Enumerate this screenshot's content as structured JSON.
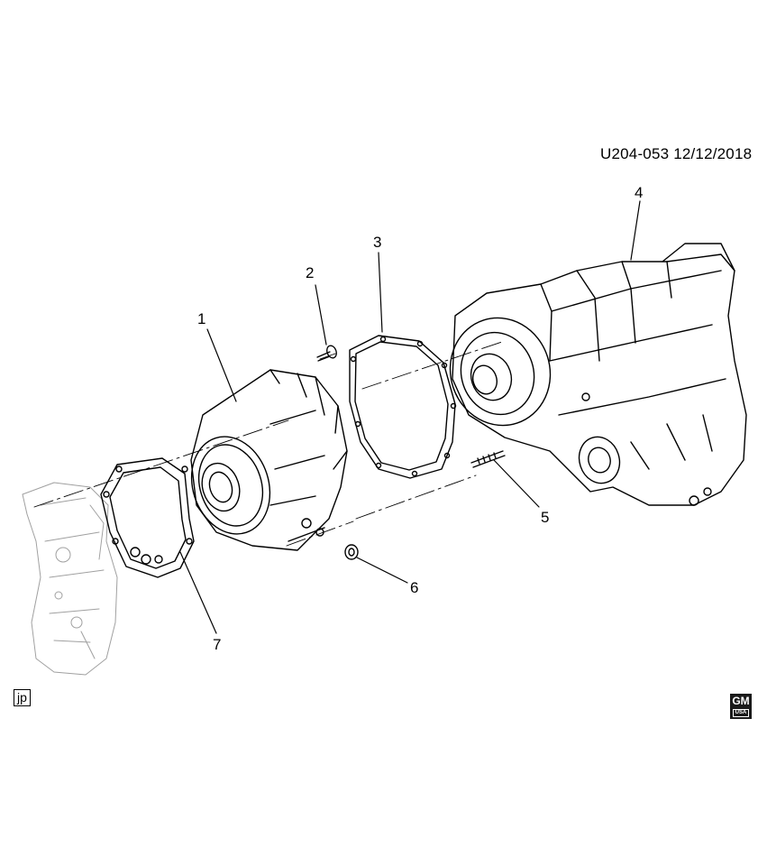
{
  "header": {
    "reference": "U204-053  12/12/2018"
  },
  "callouts": [
    {
      "id": "1",
      "label": "1"
    },
    {
      "id": "2",
      "label": "2"
    },
    {
      "id": "3",
      "label": "3"
    },
    {
      "id": "4",
      "label": "4"
    },
    {
      "id": "5",
      "label": "5"
    },
    {
      "id": "6",
      "label": "6"
    },
    {
      "id": "7",
      "label": "7"
    }
  ],
  "footer": {
    "tag": "jp",
    "logo_text": "GM",
    "logo_sub": "USA"
  },
  "colors": {
    "ink": "#000000",
    "light_ink": "#9a9a9a",
    "background": "#ffffff"
  }
}
